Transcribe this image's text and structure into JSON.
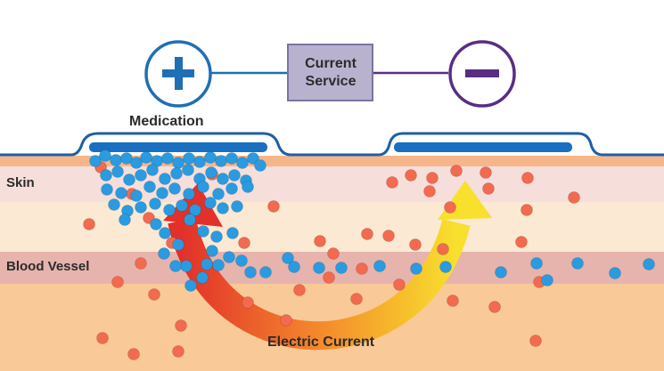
{
  "labels": {
    "plus_symbol": "+",
    "minus_symbol": "−",
    "current_line1": "Current",
    "current_line2": "Service",
    "medication": "Medication",
    "skin": "Skin",
    "blood_vessel": "Blood Vessel",
    "electric_current": "Electric Current"
  },
  "colors": {
    "positive_electrode": "#1f6fb5",
    "negative_electrode": "#5a2d82",
    "current_service_box": "#b9b2cf",
    "electrode_pad": "#1a6fc0",
    "medication_particle": "#2a9be0",
    "blood_particle": "#f26a4f",
    "skin_layer": "#f6dedb",
    "tissue_layer": "#fbe9d3",
    "blood_vessel_layer": "#e7b3ad",
    "deep_tissue": "#f9c997"
  },
  "icons": {
    "arrow": "curved-arrow-icon",
    "plus": "plus-icon",
    "minus": "minus-icon"
  }
}
